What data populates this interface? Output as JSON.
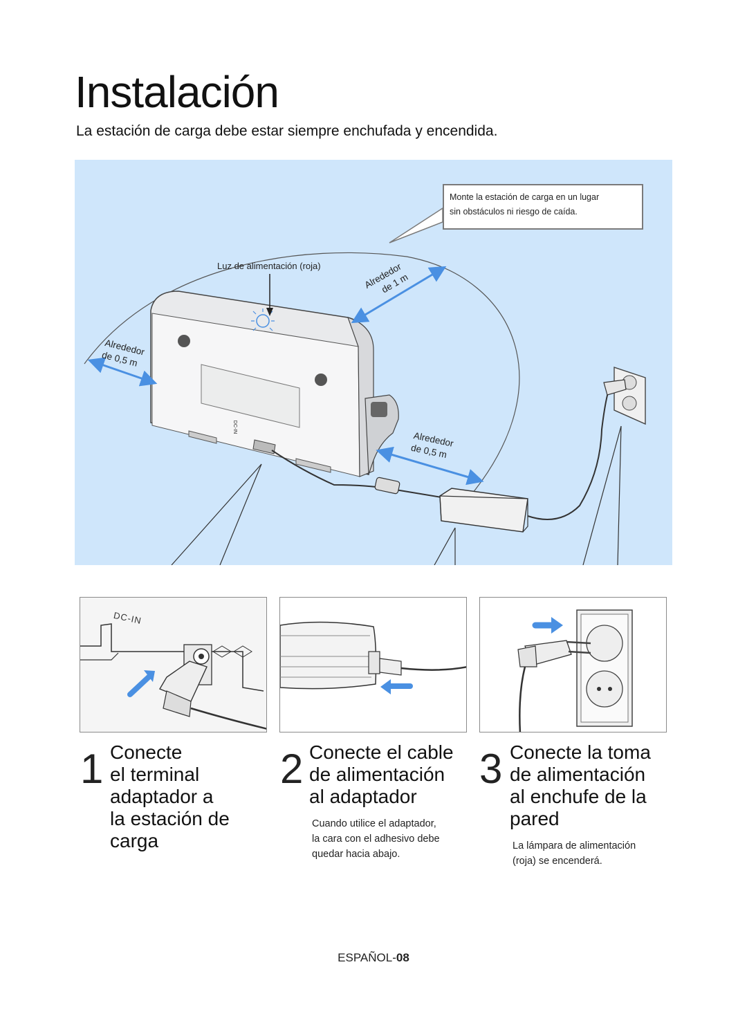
{
  "page": {
    "title": "Instalación",
    "subtitle": "La estación de carga debe estar siempre enchufada y encendida."
  },
  "diagram": {
    "callout": [
      "Monte la estación de carga en un lugar",
      "sin obstáculos ni riesgo de caída."
    ],
    "power_light_label": "Luz de alimentación (roja)",
    "distance_top": [
      "Alrededor",
      "de 1 m"
    ],
    "distance_left": [
      "Alrededor",
      "de 0,5 m"
    ],
    "distance_right": [
      "Alrededor",
      "de 0,5 m"
    ],
    "port_label_small": "DC-IN",
    "background_color": "#cfe6fb"
  },
  "panels": {
    "dc_in_label": "DC-IN",
    "arrow_color": "#4a90e2"
  },
  "steps": [
    {
      "number": "1",
      "lines": [
        "Conecte",
        "el terminal",
        "adaptador a",
        "la estación de",
        "carga"
      ],
      "note": []
    },
    {
      "number": "2",
      "lines": [
        "Conecte el cable",
        "de alimentación",
        "al adaptador"
      ],
      "note": [
        "Cuando utilice el adaptador,",
        "la cara con el adhesivo debe",
        "quedar hacia abajo."
      ]
    },
    {
      "number": "3",
      "lines": [
        "Conecte la toma",
        "de alimentación",
        "al enchufe de la",
        "pared"
      ],
      "note": [
        "La lámpara de alimentación",
        "(roja) se encenderá."
      ]
    }
  ],
  "footer": {
    "language": "ESPAÑOL-",
    "page_number": "08"
  }
}
